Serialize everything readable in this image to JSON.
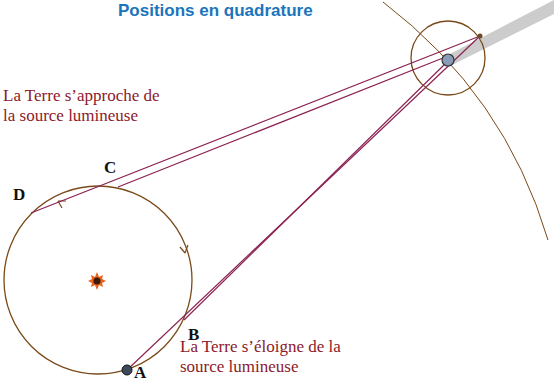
{
  "diagram": {
    "title": "Positions en quadrature",
    "labels": [
      "La Terre s’approche de la source lumineuse",
      "C",
      "D",
      "B",
      "A",
      "La Terre s’éloigne de la source lumineuse"
    ]
  }
}
